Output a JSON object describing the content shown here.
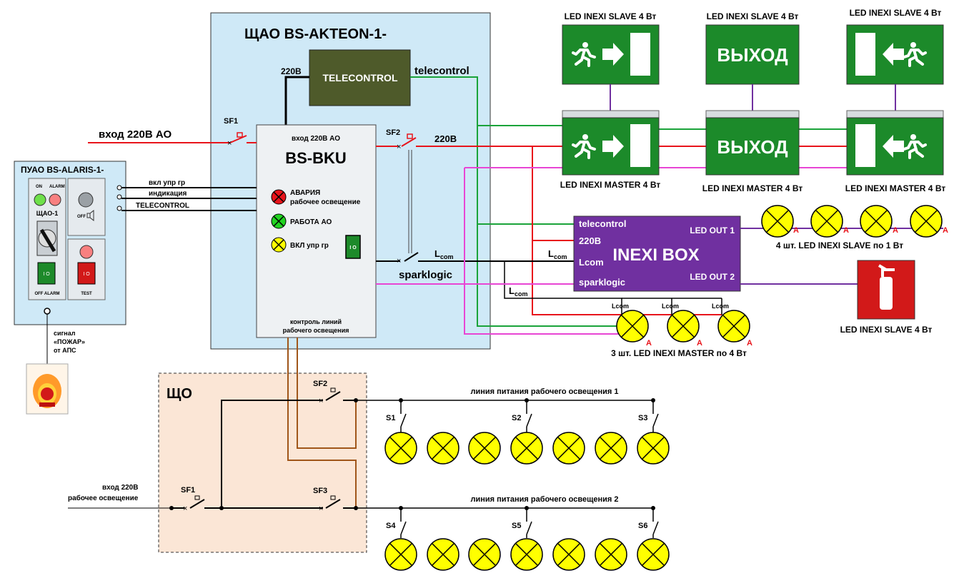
{
  "colors": {
    "red": "#e8141b",
    "green": "#1aa33a",
    "magenta": "#e845d4",
    "purple": "#7030a0",
    "brown": "#a0561a",
    "exit_green": "#1c8a2a",
    "lamp_yellow": "#ffff00",
    "telecontrol_box": "#4e5a2a",
    "cabinet_bg": "#cfe9f7",
    "shcho_bg": "#fbe6d6"
  },
  "cabinet": {
    "title": "ЩАО BS-AKTEON-1-"
  },
  "telecontrol_box": {
    "label": "TELECONTROL",
    "v220": "220В",
    "wire": "telecontrol"
  },
  "sf1_top": "SF1",
  "input_ao": "вход 220В АО",
  "bku": {
    "input_label": "вход 220В АО",
    "title": "BS-BKU",
    "alarm_line1": "АВАРИЯ",
    "alarm_line2": "рабочее освещение",
    "work_ao": "РАБОТА АО",
    "vkl_upr_gr": "ВКЛ упр гр",
    "switch_glyph": "I O",
    "control_line1": "контроль линий",
    "control_line2": "рабочего освещения"
  },
  "sf2_top": "SF2",
  "v220_out": "220В",
  "lcom_label": "L",
  "lcom_sub": "com",
  "sparklogic": "sparklogic",
  "puao": {
    "title": "ПУАО BS-ALARIS-1-",
    "on": "ON",
    "alarm": "ALARM",
    "shao": "ЩАО-1",
    "off_label": "OFF",
    "speaker_icon": "speaker-icon",
    "switch_glyph": "I O",
    "off_alarm": "OFF ALARM",
    "test": "TEST",
    "line1": "вкл упр гр",
    "line2": "индикация",
    "line3": "TELECONTROL"
  },
  "fire_signal": {
    "line1": "сигнал",
    "line2": "«ПОЖАР»",
    "line3": "от АПС"
  },
  "exit_signs": {
    "slave_labels": [
      "LED INEXI SLAVE 4 Вт",
      "LED INEXI SLAVE 4 Вт",
      "LED INEXI SLAVE 4 Вт"
    ],
    "master_labels": [
      "LED INEXI MASTER 4 Вт",
      "LED INEXI MASTER 4 Вт",
      "LED INEXI MASTER 4 Вт"
    ],
    "vykhod": "ВЫХОД"
  },
  "inexi_box": {
    "telecontrol": "telecontrol",
    "v220": "220В",
    "lcom": "Lcom",
    "sparklogic": "sparklogic",
    "title": "INEXI BOX",
    "out1": "LED OUT 1",
    "out2": "LED OUT 2"
  },
  "slave_group_label": "4 шт. LED INEXI SLAVE по 1 Вт",
  "master_group_label": "3 шт. LED INEXI MASTER по 4 Вт",
  "fire_ext_label": "LED INEXI SLAVE 4 Вт",
  "lamp_marker": "A",
  "lcom_small": "Lcom",
  "shcho": {
    "title": "ЩО",
    "sf1": "SF1",
    "sf2": "SF2",
    "sf3": "SF3",
    "input_line1": "вход 220В",
    "input_line2": "рабочее освещение",
    "line1_label": "линия питания  рабочего освещения 1",
    "line2_label": "линия питания  рабочего освещения 2",
    "switches": [
      "S1",
      "S2",
      "S3",
      "S4",
      "S5",
      "S6"
    ]
  }
}
